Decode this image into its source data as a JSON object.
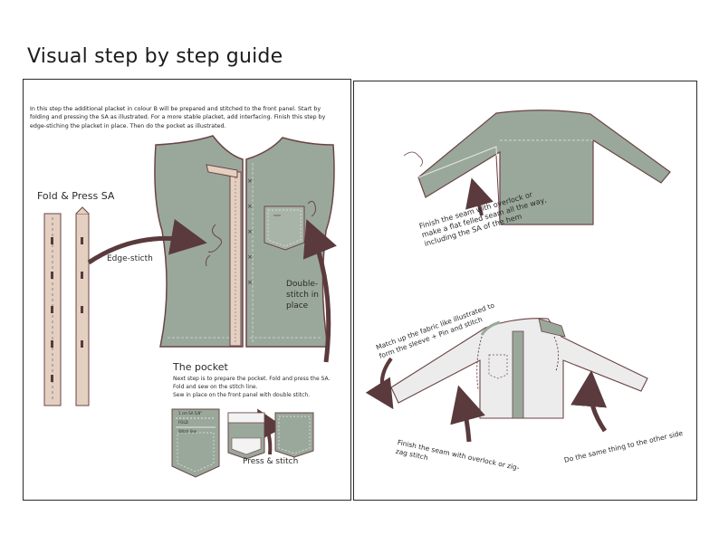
{
  "title": "Visual step by step guide",
  "left_panel": {
    "intro": "In this step the additional placket in colour B will be prepared and stitched to the front panel. Start by folding and pressing the SA as illustrated. For a more stable placket, add interfacing. Finish this step by edge-stiching the placket in place. Then do the pocket as illustrated.",
    "fold_press_label": "Fold & Press SA",
    "edge_stitch_label": "Edge-sticth",
    "double_stitch_label": "Double-stitch in place",
    "pocket_heading": "The pocket",
    "pocket_text_1": "Next step is to prepare the pocket. Fold and press the SA.",
    "pocket_text_2": "Fold and sew on the stitch line.",
    "pocket_text_3": "Sew in place on the front panel with double stitch.",
    "pocket_tag_1": "1 cm SA 5/8\"",
    "pocket_tag_2": "FOLD",
    "pocket_tag_3": "Stitch line",
    "press_stitch_label": "Press & stitch"
  },
  "right_panel": {
    "finish_seam_text": "Finish the seam with overlock or make a flat felled seam all the way, including the SA of the hem",
    "match_text": "Match up the fabric like illustrated to form the sleeve + Pin and stitch",
    "finish_overlock_text": "Finish the seam with overlock or zig-zag stitch",
    "other_side_text": "Do the same thing to the other side"
  },
  "colors": {
    "sage": "#9aa89b",
    "placket": "#e2cdbd",
    "arrow": "#5a3a3c",
    "outline": "#6b4446",
    "light_shirt": "#ececec"
  }
}
